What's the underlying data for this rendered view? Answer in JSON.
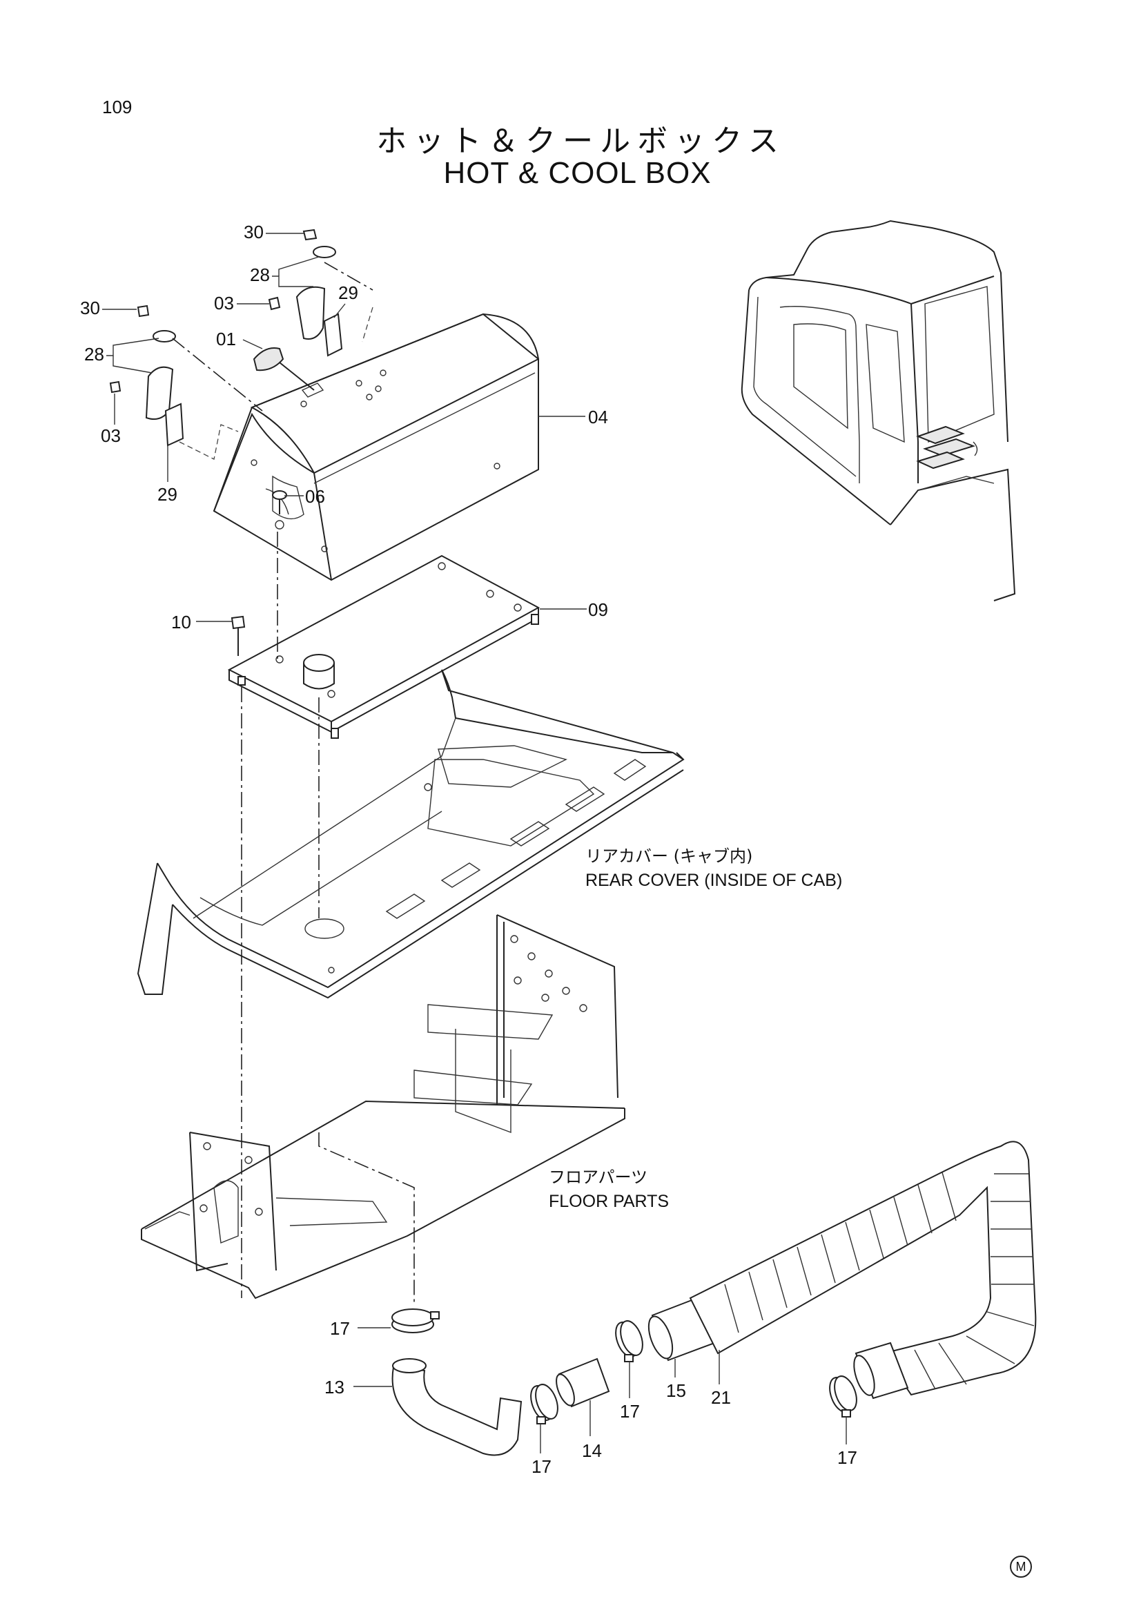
{
  "page": {
    "number": "109"
  },
  "title": {
    "japanese": "ホット＆クールボックス",
    "english": "HOT & COOL BOX"
  },
  "notes": {
    "rear_cover_jp": "リアカバー (キャブ内)",
    "rear_cover_en": "REAR COVER (INSIDE OF CAB)",
    "floor_jp": "フロアパーツ",
    "floor_en": "FLOOR PARTS"
  },
  "part_labels": {
    "p30a": "30",
    "p28a": "28",
    "p03a": "03",
    "p29a": "29",
    "p01": "01",
    "p30b": "30",
    "p28b": "28",
    "p03b": "03",
    "p29b": "29",
    "p04": "04",
    "p06": "06",
    "p10": "10",
    "p09": "09",
    "p17a": "17",
    "p13": "13",
    "p17b": "17",
    "p14": "14",
    "p17c": "17",
    "p15": "15",
    "p21": "21",
    "p17d": "17"
  },
  "corner_mark": "M"
}
